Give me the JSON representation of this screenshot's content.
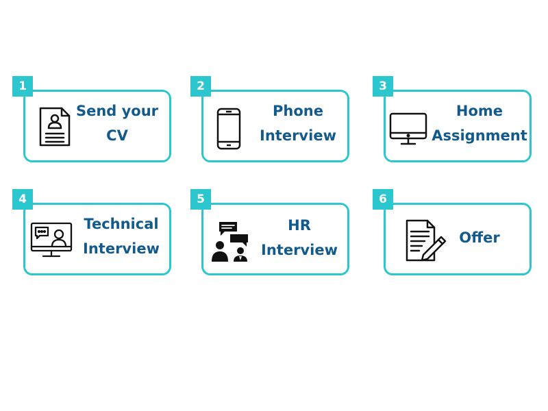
{
  "colors": {
    "accent": "#2cc6cf",
    "text": "#135a8c",
    "icon": "#111111"
  },
  "steps": [
    {
      "number": "1",
      "icon": "cv-document-icon",
      "line1": "Send your",
      "line2": "CV"
    },
    {
      "number": "2",
      "icon": "smartphone-icon",
      "line1": "Phone",
      "line2": "Interview"
    },
    {
      "number": "3",
      "icon": "desktop-monitor-icon",
      "line1": "Home",
      "line2": "Assignment"
    },
    {
      "number": "4",
      "icon": "video-call-icon",
      "line1": "Technical",
      "line2": "Interview"
    },
    {
      "number": "5",
      "icon": "conversation-icon",
      "line1": "HR",
      "line2": "Interview"
    },
    {
      "number": "6",
      "icon": "contract-signing-icon",
      "line1": "Offer"
    }
  ]
}
